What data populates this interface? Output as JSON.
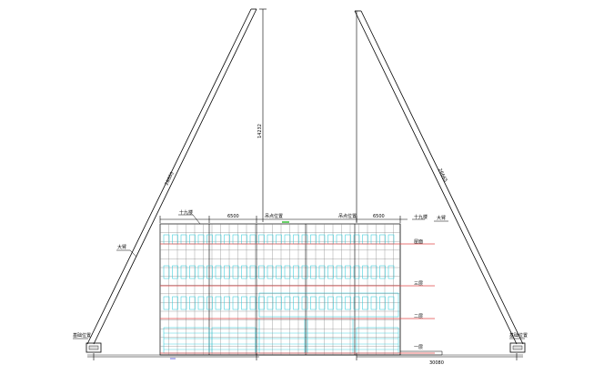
{
  "colors": {
    "background": "#ffffff",
    "line": "#000000",
    "glass": "#20c8d8",
    "floor_line": "#e04848",
    "grid": "#7a7a7a",
    "accent_green": "#00b000"
  },
  "labels": {
    "left_mast_len": "26665",
    "right_mast_len": "26665",
    "center_height": "14232",
    "left_span": "6500",
    "right_span": "6500",
    "bottom_span_right": "30080",
    "left_top_note": "十九楼",
    "right_top_note": "十九楼",
    "center_note": "吊点位置",
    "right_note": "吊点位置",
    "left_mast_note": "大臂",
    "right_mast_note": "大臂",
    "left_base_note": "基础位置",
    "right_base_note": "基础位置",
    "floor_roof": "屋面",
    "floor_3": "三层",
    "floor_2": "二层",
    "floor_1": "一层"
  }
}
